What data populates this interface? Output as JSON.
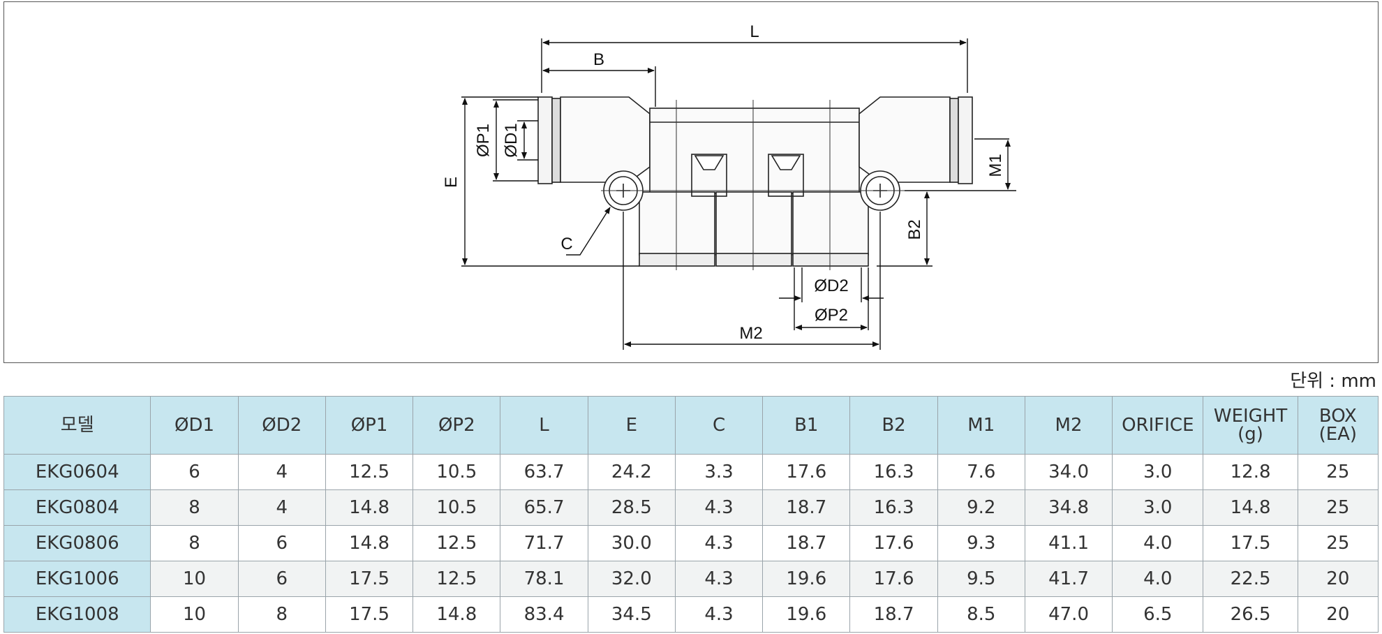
{
  "drawing": {
    "labels": {
      "L": "L",
      "B": "B",
      "D1": "ØD1",
      "P1": "ØP1",
      "E": "E",
      "C": "C",
      "M1": "M1",
      "B2": "B2",
      "D2": "ØD2",
      "P2": "ØP2",
      "M2": "M2"
    }
  },
  "unit_note": "단위 : mm",
  "table": {
    "headers": [
      "모델",
      "ØD1",
      "ØD2",
      "ØP1",
      "ØP2",
      "L",
      "E",
      "C",
      "B1",
      "B2",
      "M1",
      "M2",
      "ORIFICE",
      "WEIGHT\n(g)",
      "BOX\n(EA)"
    ],
    "rows": [
      [
        "EKG0604",
        "6",
        "4",
        "12.5",
        "10.5",
        "63.7",
        "24.2",
        "3.3",
        "17.6",
        "16.3",
        "7.6",
        "34.0",
        "3.0",
        "12.8",
        "25"
      ],
      [
        "EKG0804",
        "8",
        "4",
        "14.8",
        "10.5",
        "65.7",
        "28.5",
        "4.3",
        "18.7",
        "16.3",
        "9.2",
        "34.8",
        "3.0",
        "14.8",
        "25"
      ],
      [
        "EKG0806",
        "8",
        "6",
        "14.8",
        "12.5",
        "71.7",
        "30.0",
        "4.3",
        "18.7",
        "17.6",
        "9.3",
        "41.1",
        "4.0",
        "17.5",
        "25"
      ],
      [
        "EKG1006",
        "10",
        "6",
        "17.5",
        "12.5",
        "78.1",
        "32.0",
        "4.3",
        "19.6",
        "17.6",
        "9.5",
        "41.7",
        "4.0",
        "22.5",
        "20"
      ],
      [
        "EKG1008",
        "10",
        "8",
        "17.5",
        "14.8",
        "83.4",
        "34.5",
        "4.3",
        "19.6",
        "18.7",
        "8.5",
        "47.0",
        "6.5",
        "26.5",
        "20"
      ]
    ]
  }
}
